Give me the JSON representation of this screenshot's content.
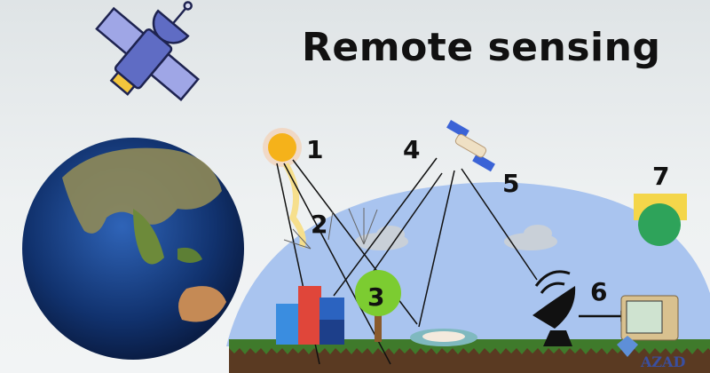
{
  "title": "Remote sensing",
  "labels": [
    {
      "id": "1",
      "text": "1",
      "meaning": "sun / energy source"
    },
    {
      "id": "2",
      "text": "2",
      "meaning": "radiation & atmosphere"
    },
    {
      "id": "3",
      "text": "3",
      "meaning": "interaction with target"
    },
    {
      "id": "4",
      "text": "4",
      "meaning": "recording by sensor"
    },
    {
      "id": "5",
      "text": "5",
      "meaning": "transmission"
    },
    {
      "id": "6",
      "text": "6",
      "meaning": "receiving & processing"
    },
    {
      "id": "7",
      "text": "7",
      "meaning": "interpretation & application"
    }
  ],
  "logo": {
    "text": "AZAD"
  },
  "colors": {
    "sky": "#a9c4ef",
    "ground_grass": "#3f7a2b",
    "soil": "#5a3a22",
    "sun": "#f5b21a",
    "satellite": "#5f6cc4"
  }
}
